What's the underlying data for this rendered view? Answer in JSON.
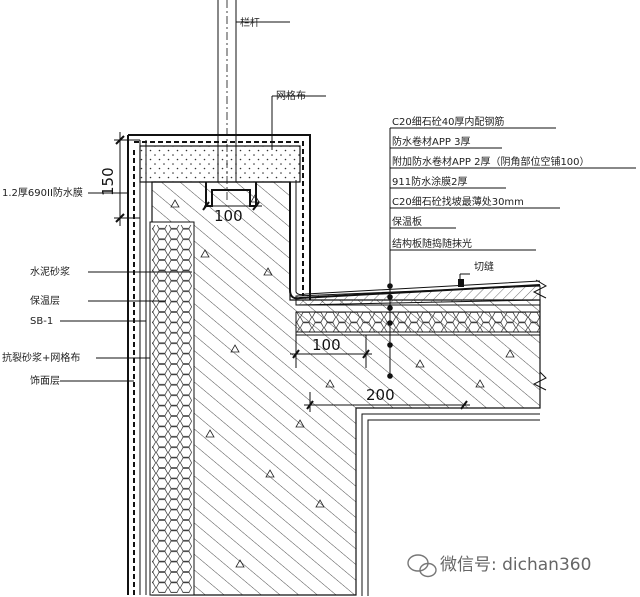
{
  "labels_top": {
    "railing": "栏杆",
    "mesh_cloth": "网格布"
  },
  "labels_left": {
    "membrane_690": "1.2厚690II防水膜",
    "cement_mortar": "水泥砂浆",
    "insulation_layer": "保温层",
    "sb1": "SB-1",
    "crack_resistant_mortar": "抗裂砂浆+网格布",
    "finish_layer": "饰面层"
  },
  "labels_right": [
    "C20细石砼40厚内配钢筋",
    "防水卷材APP 3厚",
    "附加防水卷材APP 2厚（阴角部位空铺100）",
    "911防水涂膜2厚",
    "C20细石砼找坡最薄处30mm",
    "保温板",
    "结构板随捣随抹光"
  ],
  "label_joint": "切缝",
  "dimensions": {
    "parapet_height": "150",
    "coping_width": "100",
    "upstand_width": "100",
    "slope_width": "200"
  },
  "watermark": {
    "text": "微信号: dichan360"
  }
}
